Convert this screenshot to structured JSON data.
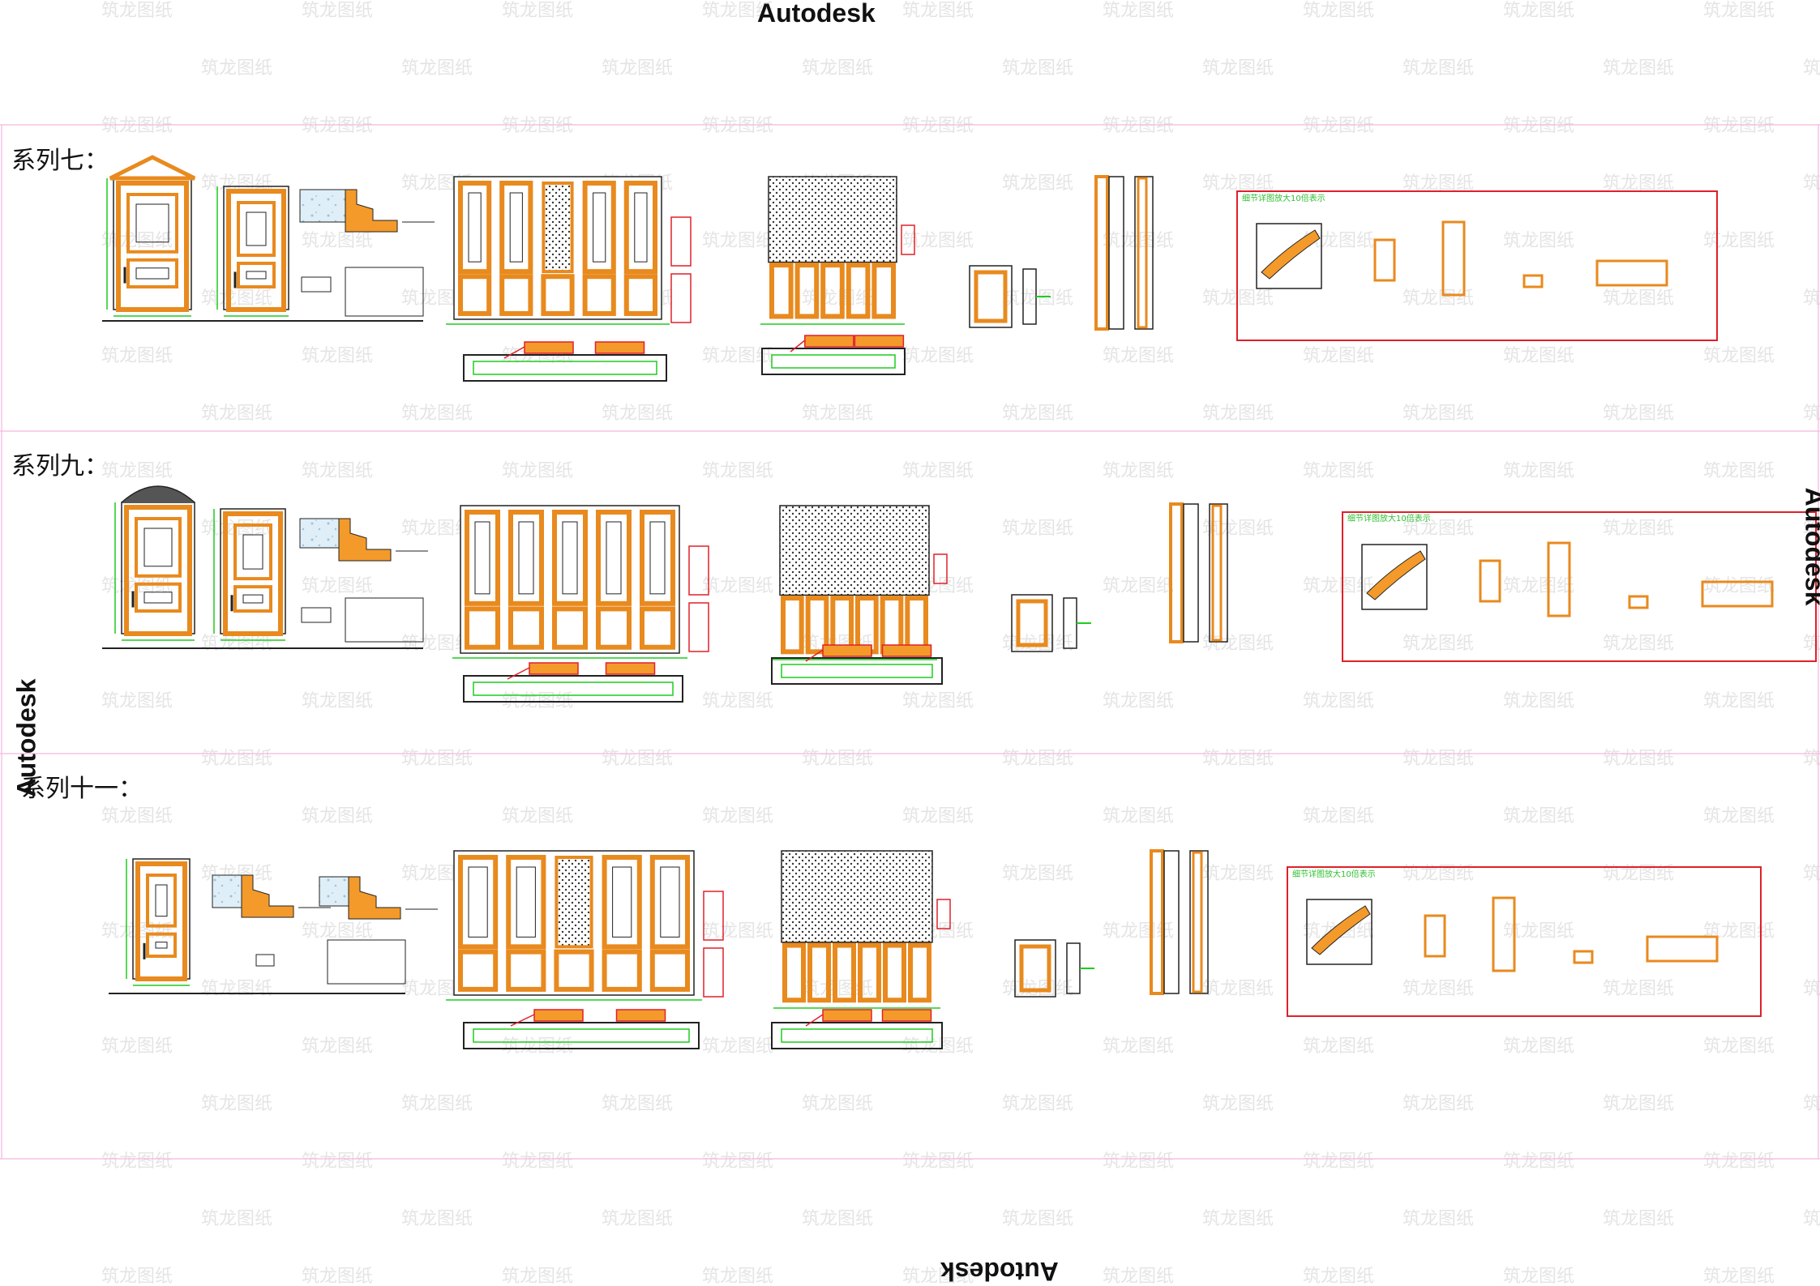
{
  "stamps": {
    "top": "Autodesk",
    "left": "Autodesk",
    "right": "Autodesk",
    "bottom": "Autodesk"
  },
  "watermark": "筑龙图纸",
  "series": [
    {
      "label": "系列七：",
      "detail_title": "细节详图放大10倍表示"
    },
    {
      "label": "系列九：",
      "detail_title": "细节详图放大10倍表示"
    },
    {
      "label": "系列十一：",
      "detail_title": "细节详图放大10倍表示"
    }
  ],
  "colors": {
    "orange": "#f39a2b",
    "frame": "#e88a1e",
    "green": "#1fcc1f",
    "red": "#e0202a",
    "pink": "#f4b6de",
    "line": "#222222"
  }
}
